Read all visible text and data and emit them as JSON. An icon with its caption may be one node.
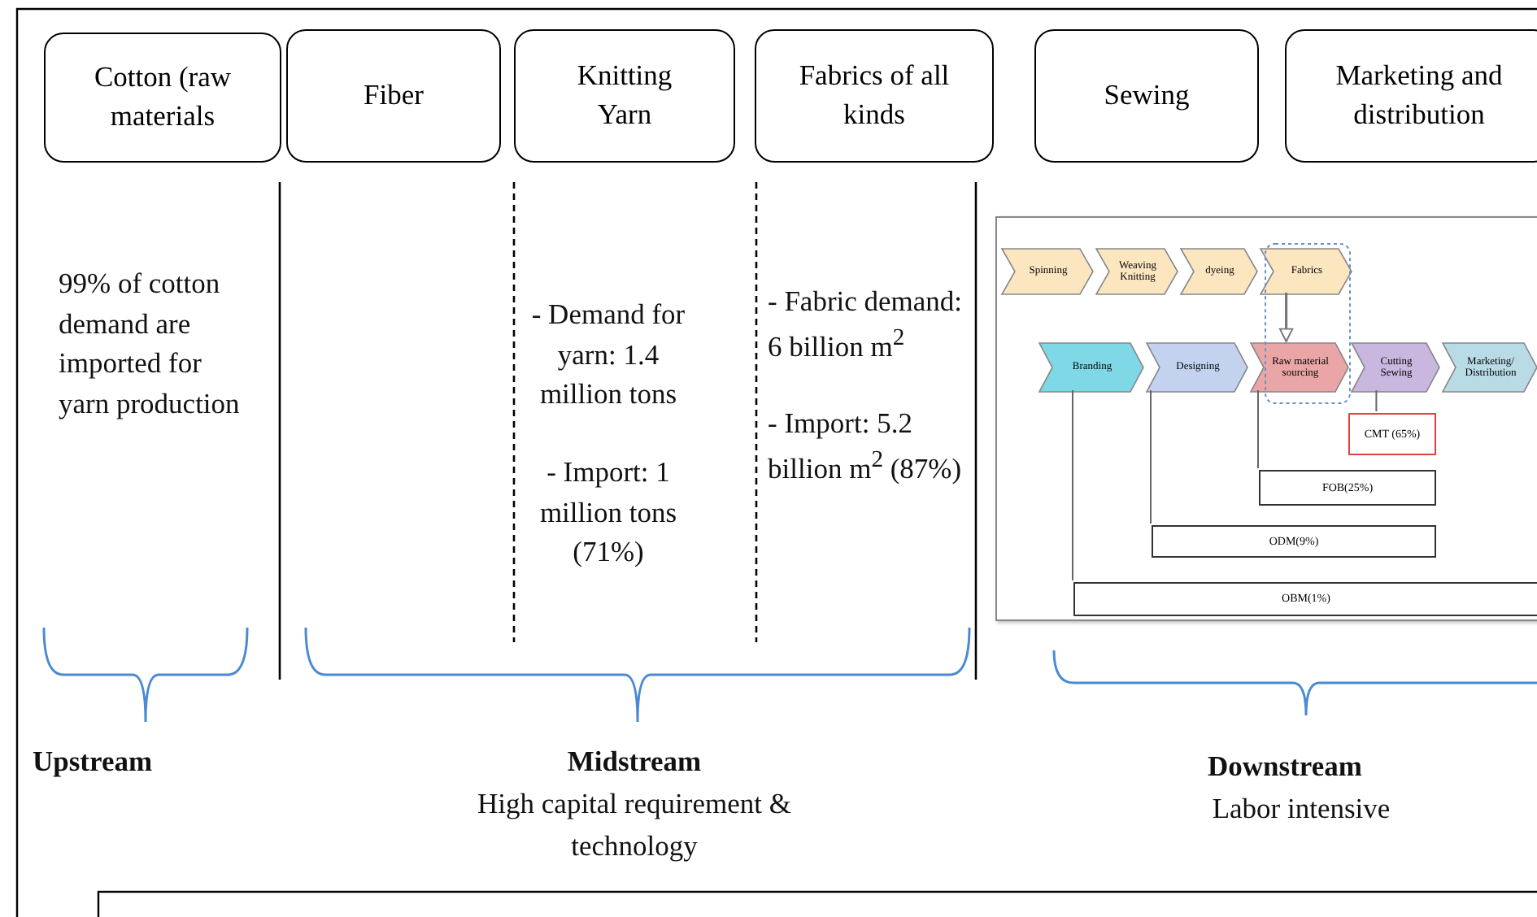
{
  "diagram": {
    "nodes": [
      {
        "text": [
          "Cotton (raw materials"
        ]
      },
      {
        "text": [
          "Fiber"
        ]
      },
      {
        "text": [
          "Knitting Yarn"
        ]
      },
      {
        "text": [
          "Fabrics of all kinds"
        ]
      },
      {
        "text": [
          "Sewing"
        ]
      },
      {
        "text": [
          "Marketing and distribution"
        ]
      },
      {
        "text": [],
        "shape": "picture"
      },
      {
        "text": [
          "Spinning"
        ],
        "in": 6
      },
      {
        "text": [
          "Weaving Knitting"
        ],
        "in": 6
      },
      {
        "text": [
          "dyeing"
        ],
        "in": 6
      },
      {
        "text": [
          "Fabrics"
        ],
        "in": 6
      },
      {
        "text": [
          "Branding"
        ],
        "in": 6
      },
      {
        "text": [
          "Designing"
        ],
        "in": 6
      },
      {
        "text": [
          "Raw material sourcing"
        ],
        "in": 6
      },
      {
        "text": [
          "Cutting Sewing"
        ],
        "in": 6
      },
      {
        "text": [
          "Marketing/ Distribution"
        ],
        "in": 6
      },
      {
        "text": [
          "CMT (65%)"
        ],
        "in": 6
      },
      {
        "text": [
          "FOB(25%)"
        ],
        "in": 6
      },
      {
        "text": [
          "ODM(9%)"
        ],
        "in": 6
      },
      {
        "text": [
          "OBM(1%)"
        ],
        "in": 6
      }
    ],
    "edges": [
      {
        "from": 10,
        "to": 13,
        "arrow": "to"
      },
      {
        "from": 14,
        "to": 16,
        "arrow": "none"
      },
      {
        "from": 13,
        "to": 17,
        "arrow": "none"
      },
      {
        "from": 12,
        "to": 18,
        "arrow": "none"
      },
      {
        "from": 11,
        "to": 19,
        "arrow": "none"
      }
    ],
    "labels": [
      "99% of cotton demand are imported for yarn production",
      "- Demand for yarn: 1.4 million tons",
      "- Import: 1 million tons (71%)",
      "- Fabric demand: 6 billion m$^{2}$",
      "- Import: 5.2 billion m$^{2}$ (87%)",
      "Upstream",
      "Midstream",
      "High capital requirement & technology",
      "Downstream",
      "Labor intensive"
    ]
  }
}
